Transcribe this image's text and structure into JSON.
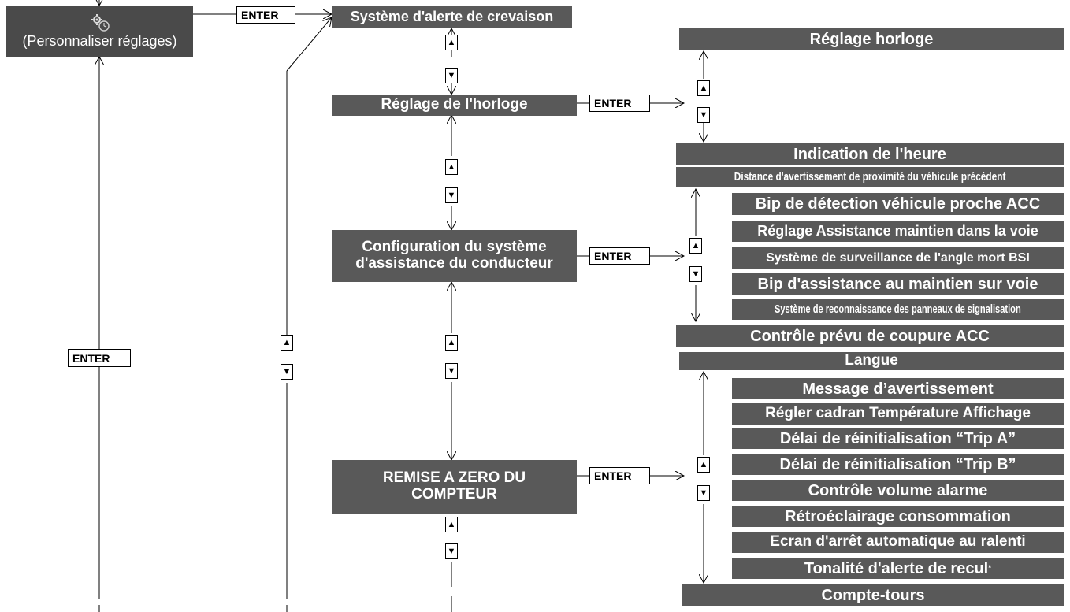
{
  "root": {
    "label": "(Personnaliser réglages)",
    "icon": "settings-clock-icon"
  },
  "enter_label": "ENTER",
  "up_glyph": "▲",
  "down_glyph": "▼",
  "middle_items": {
    "tire": "Système d'alerte de crevaison",
    "clock": "Réglage de l'horloge",
    "assist_line1": "Configuration du système",
    "assist_line2": "d'assistance du conducteur",
    "reset_line1": "REMISE A ZERO DU",
    "reset_line2": "COMPTEUR"
  },
  "clock_group": {
    "header": "Réglage horloge",
    "footer": "Indication de l'heure"
  },
  "assist_group": {
    "header": "Distance d'avertissement de proximité du véhicule précédent",
    "items": [
      "Bip de détection véhicule proche ACC",
      "Réglage Assistance maintien dans la voie",
      "Système de surveillance de l'angle mort BSI",
      "Bip d'assistance au maintien sur voie",
      "Système de reconnaissance des panneaux de signalisation"
    ],
    "footer": "Contrôle prévu de coupure ACC"
  },
  "reset_group": {
    "header": "Langue",
    "items": [
      "Message d’avertissement",
      "Régler cadran Température Affichage",
      "Délai de réinitialisation “Trip A”",
      "Délai de réinitialisation “Trip B”",
      "Contrôle volume alarme",
      "Rétroéclairage consommation",
      "Ecran d'arrêt automatique au ralenti"
    ],
    "last_item": "Tonalité d'alerte de recul",
    "last_item_mark": "*",
    "footer": "Compte-tours"
  }
}
